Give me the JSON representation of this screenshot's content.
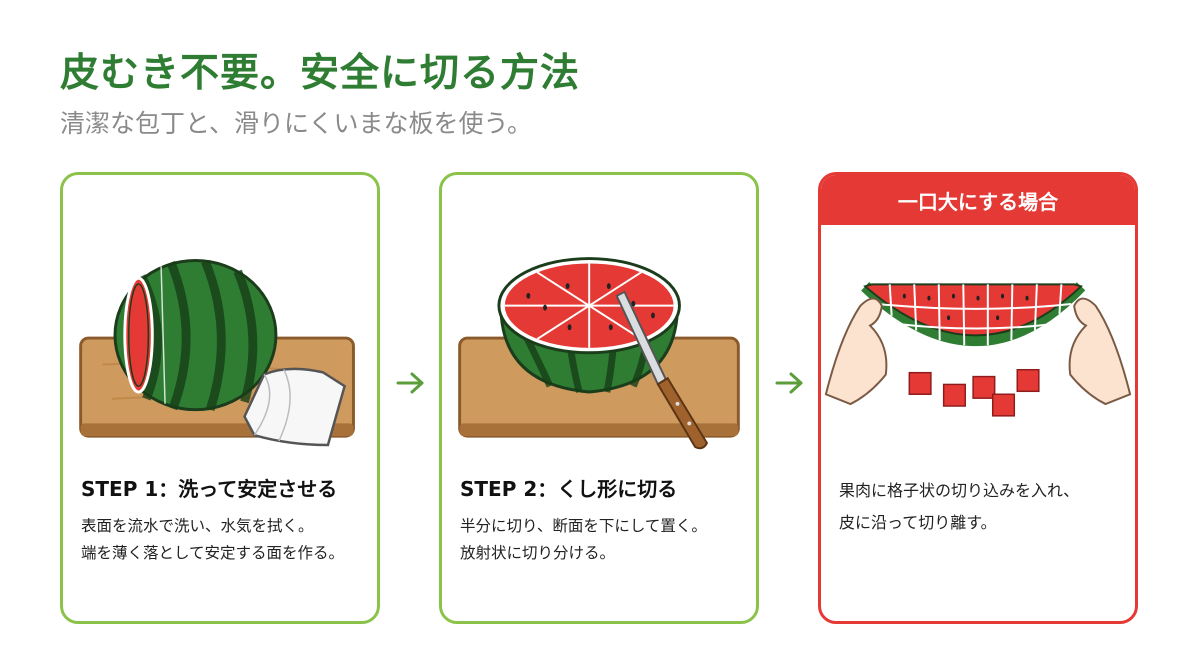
{
  "page": {
    "title": "皮むき不要。安全に切る方法",
    "subtitle": "清潔な包丁と、滑りにくいまな板を使う。"
  },
  "steps": [
    {
      "title": "STEP 1：洗って安定させる",
      "lines": [
        "表面を流水で洗い、水気を拭く。",
        "端を薄く落として安定する面を作る。"
      ]
    },
    {
      "title": "STEP 2：くし形に切る",
      "lines": [
        "半分に切り、断面を下にして置く。",
        "放射状に切り分ける。"
      ]
    }
  ],
  "bite_size": {
    "header": "一口大にする場合",
    "lines": [
      "果肉に格子状の切り込みを入れ、",
      "皮に沿って切り離す。"
    ]
  },
  "colors": {
    "title_green": "#2e7d32",
    "card_green": "#8bc34a",
    "card_red": "#e53935",
    "subtitle_gray": "#8a8a8a"
  },
  "icons": [
    "arrow-right-icon",
    "arrow-right-icon"
  ]
}
